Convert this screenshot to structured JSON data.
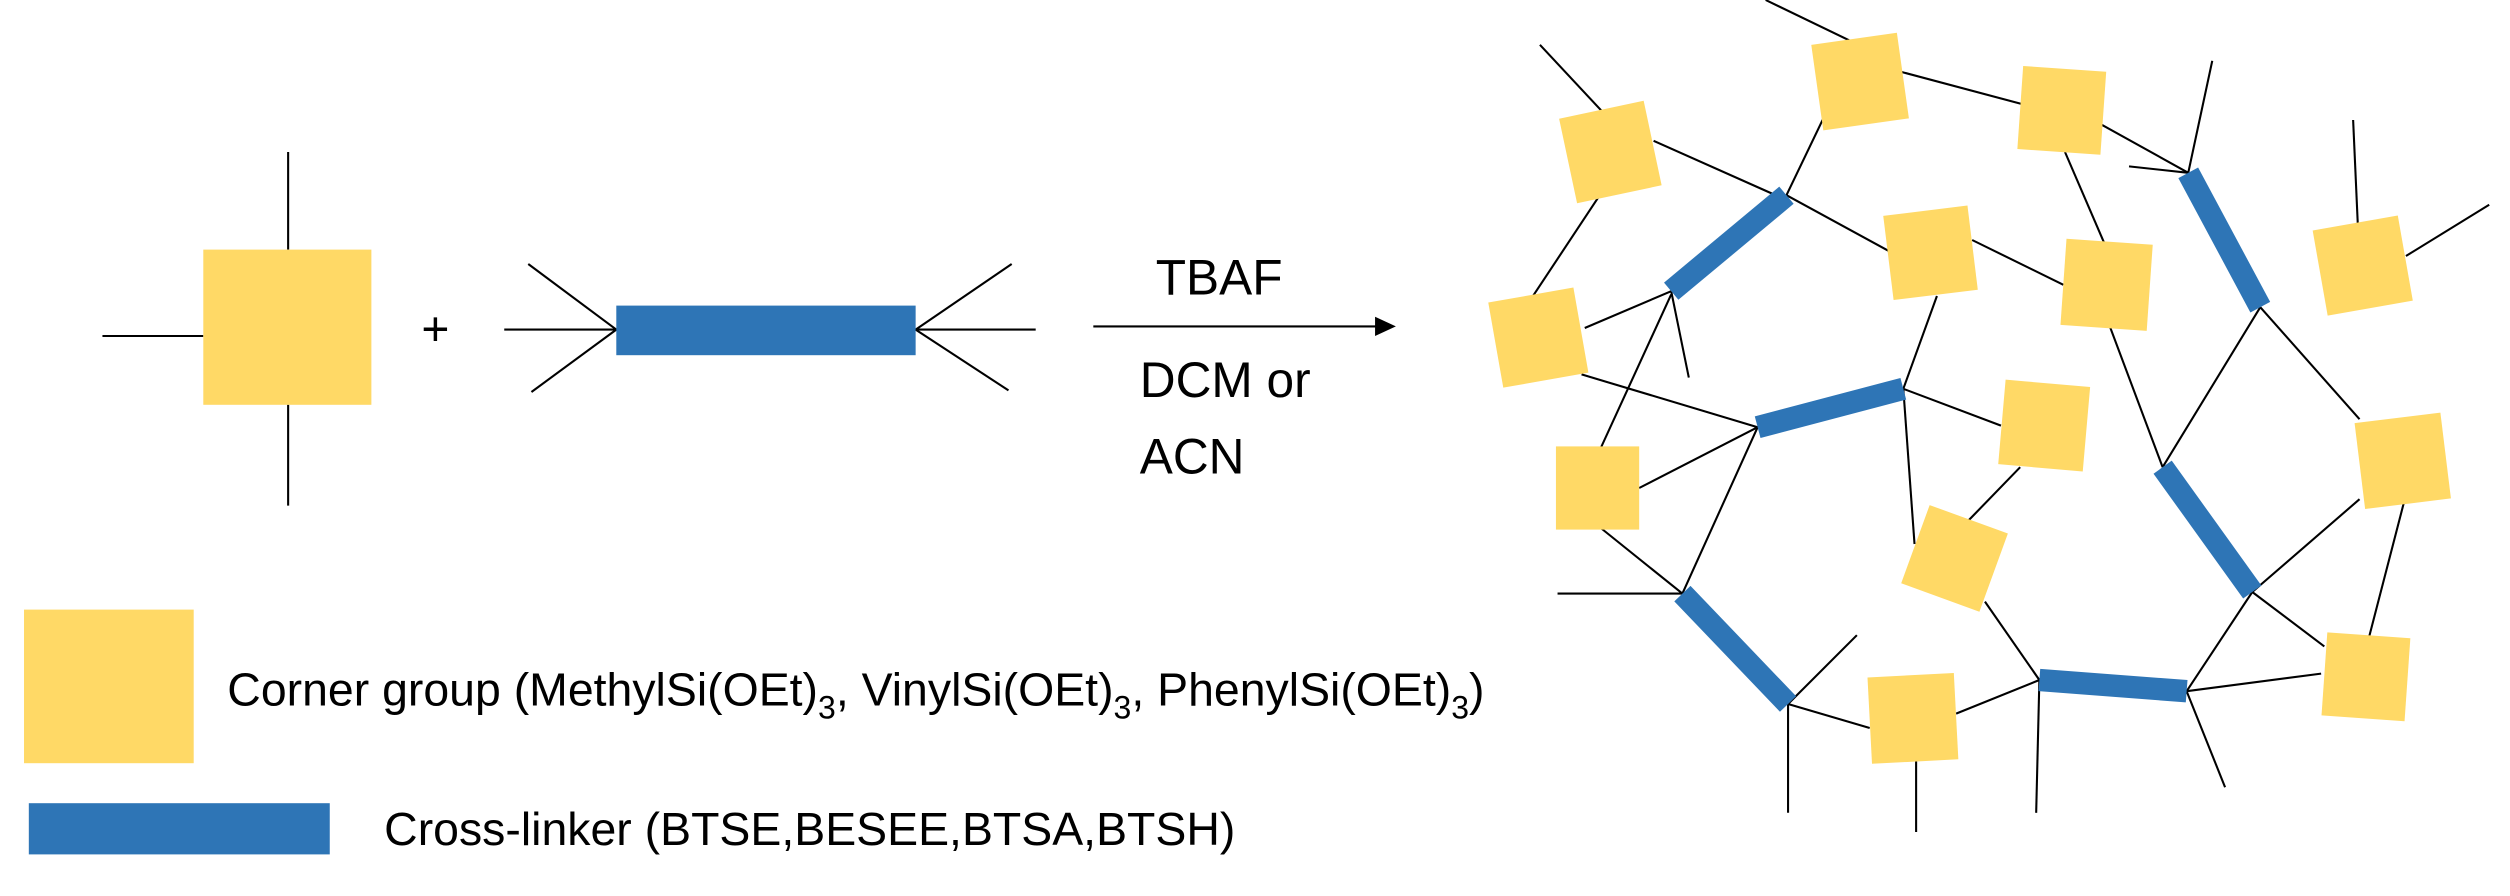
{
  "scheme": {
    "plus": "+",
    "reagent": "TBAF",
    "solvent_line1": "DCM or",
    "solvent_line2": "ACN"
  },
  "legend": {
    "corner_group_text": [
      "Corner group (MethylSi(OEt)",
      "3",
      ", VinylSi(OEt)",
      "3",
      ", PhenylSi(OEt)",
      "3",
      ")"
    ],
    "cross_linker_text": "Cross-linker (BTSE,BESEE,BTSA,BTSH)"
  },
  "colors": {
    "corner_group": "#FFD966",
    "cross_linker": "#2E75B6",
    "line": "#000000"
  }
}
